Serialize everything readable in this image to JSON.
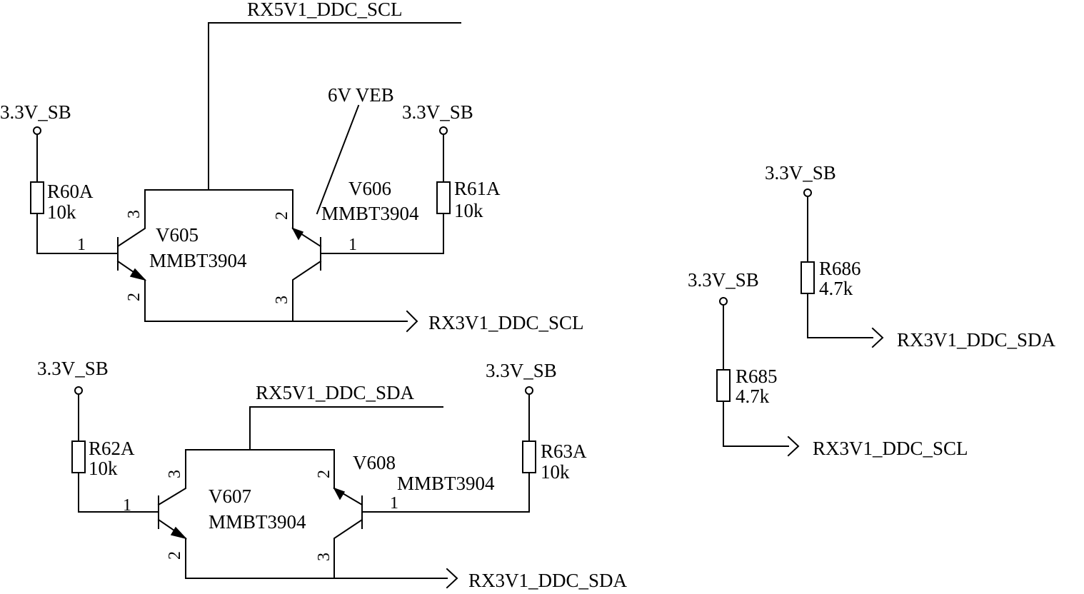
{
  "nets": {
    "rx5v1_ddc_scl": "RX5V1_DDC_SCL",
    "rx5v1_ddc_sda": "RX5V1_DDC_SDA",
    "rx3v1_ddc_scl": "RX3V1_DDC_SCL",
    "rx3v1_ddc_sda": "RX3V1_DDC_SDA",
    "supply": "3.3V_SB"
  },
  "annotation": "6V VEB",
  "resistors": {
    "r60a": {
      "ref": "R60A",
      "value": "10k"
    },
    "r61a": {
      "ref": "R61A",
      "value": "10k"
    },
    "r62a": {
      "ref": "R62A",
      "value": "10k"
    },
    "r63a": {
      "ref": "R63A",
      "value": "10k"
    },
    "r685": {
      "ref": "R685",
      "value": "4.7k"
    },
    "r686": {
      "ref": "R686",
      "value": "4.7k"
    }
  },
  "transistors": {
    "v605": {
      "ref": "V605",
      "part": "MMBT3904"
    },
    "v606": {
      "ref": "V606",
      "part": "MMBT3904"
    },
    "v607": {
      "ref": "V607",
      "part": "MMBT3904"
    },
    "v608": {
      "ref": "V608",
      "part": "MMBT3904"
    }
  },
  "pins": {
    "base": "1",
    "emitter": "2",
    "collector": "3"
  }
}
